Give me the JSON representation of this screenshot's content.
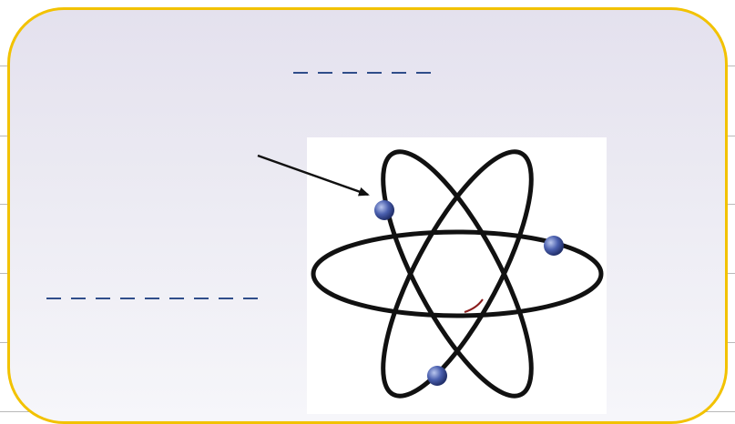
{
  "diagram": {
    "type": "atom-model",
    "blanks": [
      {
        "role": "title-answer-blank",
        "dash_count": 6
      },
      {
        "role": "label-answer-blank",
        "dash_count": 9
      }
    ],
    "electron_count": 3,
    "icons": [
      "atom-icon",
      "electron-icon",
      "nucleus-icon",
      "arrow-icon"
    ],
    "colors": {
      "border": "#f2c200",
      "blank_dash": "#2f4d8a",
      "orbit": "#111111",
      "electron": "#3e54a0",
      "background_top": "#e4e1ee",
      "background_bottom": "#f6f6fa"
    }
  }
}
